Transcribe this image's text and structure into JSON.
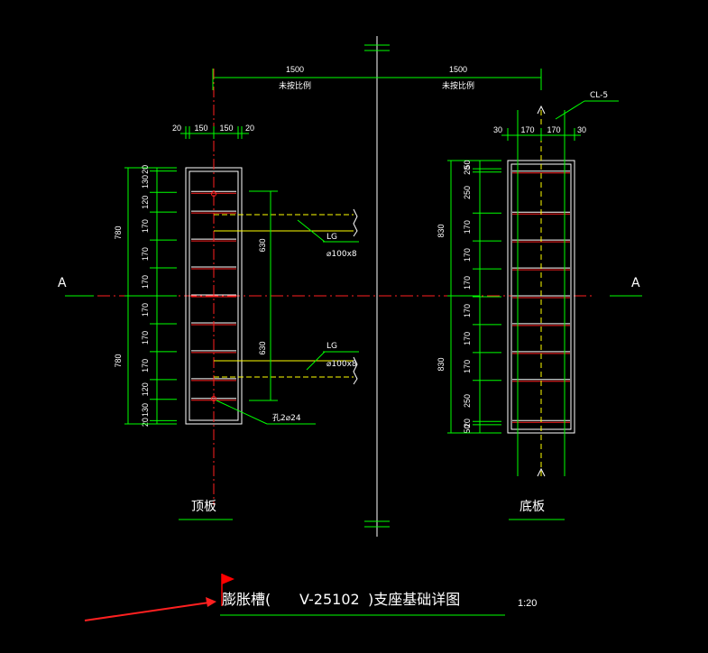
{
  "drawing": {
    "title_prefix": "膨胀槽(",
    "title_code": "V-25102",
    "title_suffix": ")支座基础详图",
    "scale": "1:20",
    "section_mark": "A",
    "top_plate_label": "顶板",
    "bottom_plate_label": "底板",
    "callout_cl5": "CL-5",
    "callout_hole": "孔2⌀24",
    "lg_label": "LG",
    "lg_spec": "⌀100x8",
    "top_dims": [
      {
        "value": "1500",
        "note": "未按比例"
      },
      {
        "value": "1500",
        "note": "未按比例"
      }
    ],
    "left_top_dims": [
      "20",
      "150",
      "150",
      "20"
    ],
    "right_top_dims": [
      "30",
      "170",
      "170",
      "30"
    ],
    "left_side_dims": [
      "20",
      "130",
      "120",
      "170",
      "170",
      "170",
      "170",
      "170",
      "170",
      "120",
      "130",
      "20"
    ],
    "left_total_dims": [
      "780",
      "780"
    ],
    "right_side_dims": [
      "50",
      "20",
      "250",
      "170",
      "170",
      "170",
      "170",
      "170",
      "170",
      "250",
      "20",
      "50"
    ],
    "right_total_dims": [
      "830",
      "830"
    ],
    "mid_dims": [
      "630",
      "630"
    ],
    "colors": {
      "green": "#00ff00",
      "white": "#ffffff",
      "red": "#ff2020",
      "yellow": "#ffff00",
      "flag": "#ff0000",
      "arrow": "#ff2020"
    }
  }
}
